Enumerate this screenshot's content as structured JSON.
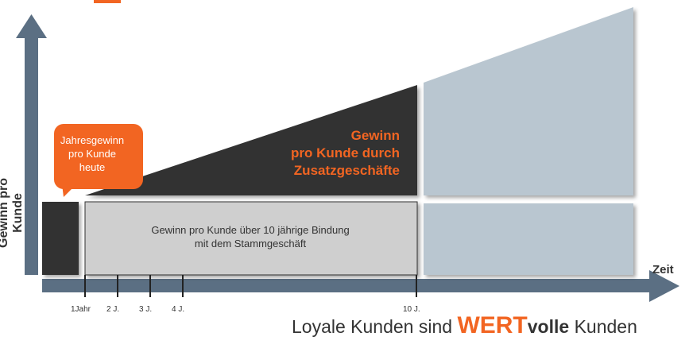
{
  "colors": {
    "orange": "#f26522",
    "dark": "#333333",
    "light_gray": "#cfcfcf",
    "blue_gray": "#b9c6d0",
    "axis": "#5b6f83"
  },
  "bubble": {
    "text_line1": "Jahresgewinn",
    "text_line2": "pro Kunde",
    "text_line3": "heute"
  },
  "additional_gain": {
    "line1": "Gewinn",
    "line2": "pro Kunde durch",
    "line3": "Zusatzgeschäfte"
  },
  "base_gain": {
    "line1": "Gewinn pro Kunde über 10 jährige Bindung",
    "line2": "mit dem Stammgeschäft"
  },
  "axes": {
    "y_label": "Gewinn pro Kunde",
    "x_label": "Zeit"
  },
  "ticks": [
    "1Jahr",
    "2 J.",
    "3 J.",
    "4 J.",
    "10 J."
  ],
  "slogan": {
    "part1": "Loyale Kunden sind ",
    "highlight": "WERT",
    "bold_part": "volle",
    "part2": " Kunden"
  }
}
